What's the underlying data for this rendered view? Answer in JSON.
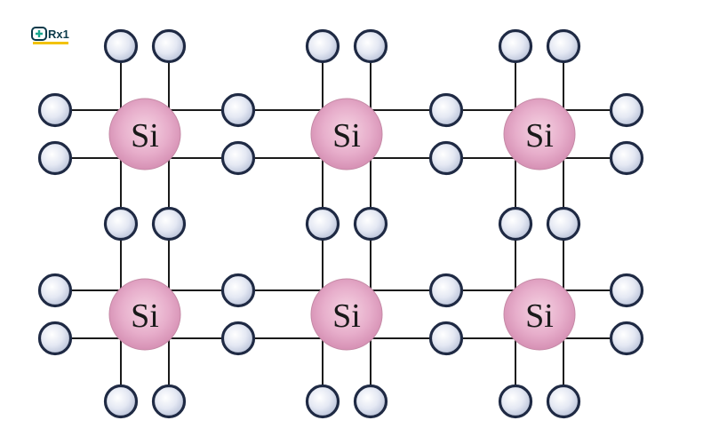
{
  "logo": {
    "text": "Rx1",
    "accent_color": "#1aa88f",
    "bar_color": "#f2c200"
  },
  "diagram": {
    "atom_label": "Si",
    "atom_fill": "#e2a5c4",
    "electron_fill": "#d6dcec",
    "bond_color": "#1a1a1a",
    "rows": 2,
    "cols": 3
  }
}
